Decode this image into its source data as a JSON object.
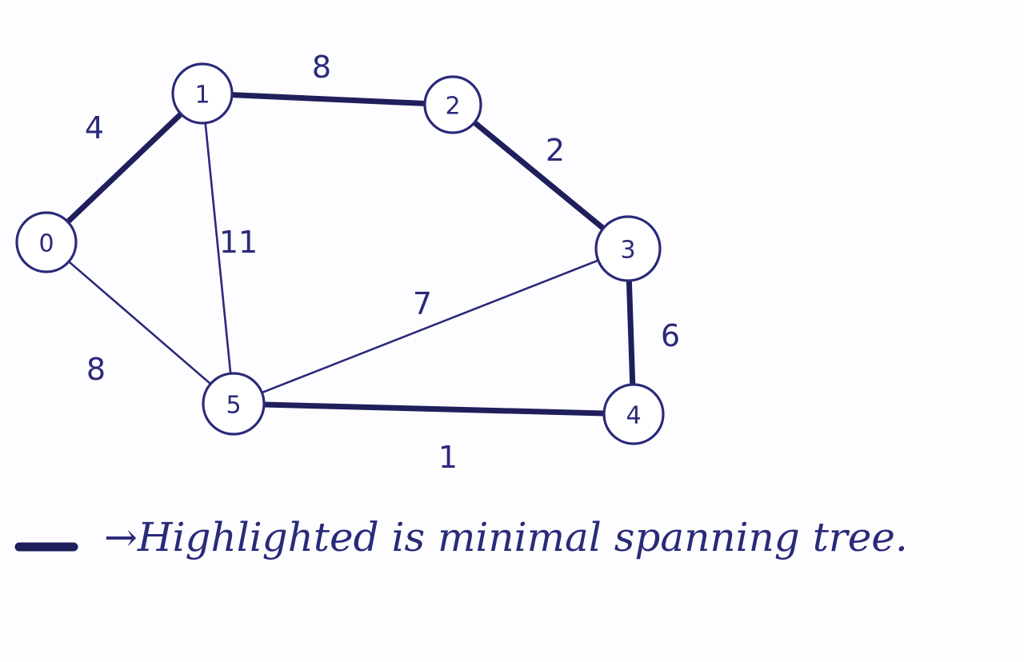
{
  "graph": {
    "nodes": [
      {
        "id": "0",
        "label": "0"
      },
      {
        "id": "1",
        "label": "1"
      },
      {
        "id": "2",
        "label": "2"
      },
      {
        "id": "3",
        "label": "3"
      },
      {
        "id": "4",
        "label": "4"
      },
      {
        "id": "5",
        "label": "5"
      }
    ],
    "edges": [
      {
        "from": "0",
        "to": "1",
        "weight": "4",
        "highlighted": true
      },
      {
        "from": "1",
        "to": "2",
        "weight": "8",
        "highlighted": true
      },
      {
        "from": "2",
        "to": "3",
        "weight": "2",
        "highlighted": true
      },
      {
        "from": "1",
        "to": "5",
        "weight": "11",
        "highlighted": false
      },
      {
        "from": "0",
        "to": "5",
        "weight": "8",
        "highlighted": false
      },
      {
        "from": "5",
        "to": "3",
        "weight": "7",
        "highlighted": false
      },
      {
        "from": "3",
        "to": "4",
        "weight": "6",
        "highlighted": true
      },
      {
        "from": "5",
        "to": "4",
        "weight": "1",
        "highlighted": true
      }
    ]
  },
  "legend": {
    "text": "→Highlighted is minimal spanning tree."
  },
  "colors": {
    "ink": "#2a2a7a",
    "highlight": "#1f1f5c"
  }
}
